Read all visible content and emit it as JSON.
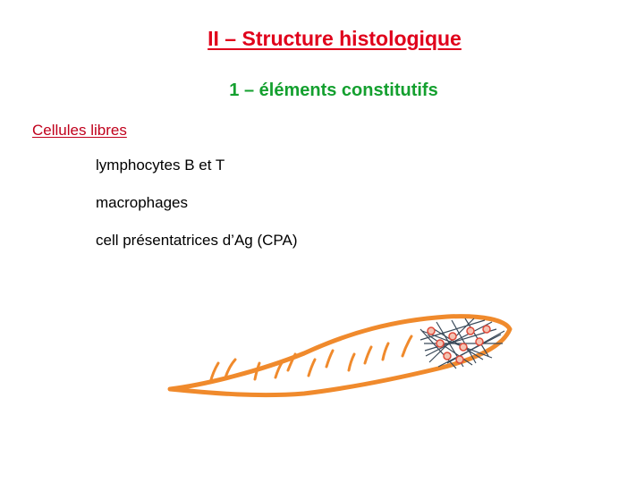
{
  "slide": {
    "title": "II – Structure histologique",
    "subtitle": "1 – éléments constitutifs",
    "section_heading": "Cellules libres",
    "items": [
      "lymphocytes B et T",
      "macrophages",
      "cell présentatrices d’Ag (CPA)"
    ]
  },
  "diagram": {
    "name": "lymph-node-schematic",
    "colors": {
      "outline": "#f08a2c",
      "network": "#3a4a5a",
      "cells": "#e04a3a",
      "cell_fill": "#f3c4b4"
    }
  }
}
